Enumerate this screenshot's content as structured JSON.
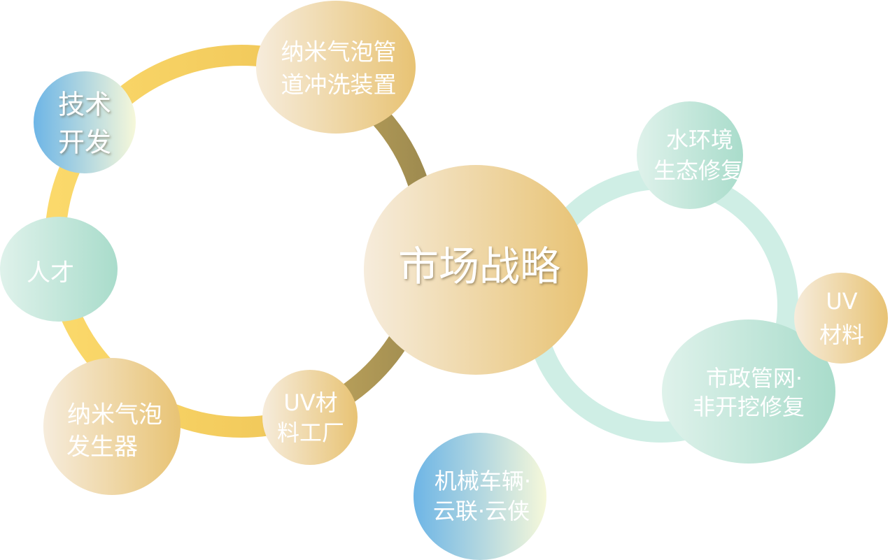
{
  "center": {
    "label": "市场战略"
  },
  "left_cluster": {
    "nodes": [
      {
        "id": "bubble-pipe",
        "lines": [
          "纳米气泡管",
          "道冲洗装置"
        ]
      },
      {
        "id": "tech",
        "lines": [
          "技术",
          "开发"
        ]
      },
      {
        "id": "talent",
        "lines": [
          "人才"
        ]
      },
      {
        "id": "generator",
        "lines": [
          "纳米气泡",
          "发生器"
        ]
      },
      {
        "id": "uv-factory",
        "lines": [
          "UV材",
          "料工厂"
        ]
      }
    ]
  },
  "right_cluster": {
    "nodes": [
      {
        "id": "water",
        "lines": [
          "水环境",
          "生态修复"
        ]
      },
      {
        "id": "uv-material",
        "lines": [
          "UV",
          "材料"
        ]
      },
      {
        "id": "municipal",
        "lines": [
          "市政管网·",
          "非开挖修复"
        ]
      }
    ]
  },
  "standalone": {
    "nodes": [
      {
        "id": "machinery",
        "lines": [
          "机械车辆·",
          "云联·云侠"
        ]
      }
    ]
  },
  "colors": {
    "gold_ring_light": "#f7d46a",
    "gold_ring_dark": "#a8924e",
    "teal_ring": "#cfeee5",
    "gold_node_light": "#f5ead6",
    "gold_node_dark": "#e8c478",
    "teal_node_light": "#d9efe7",
    "teal_node_dark": "#a8dcc9",
    "blue_node_left": "#6fb7e6",
    "blue_node_right": "#f4f7dc"
  }
}
